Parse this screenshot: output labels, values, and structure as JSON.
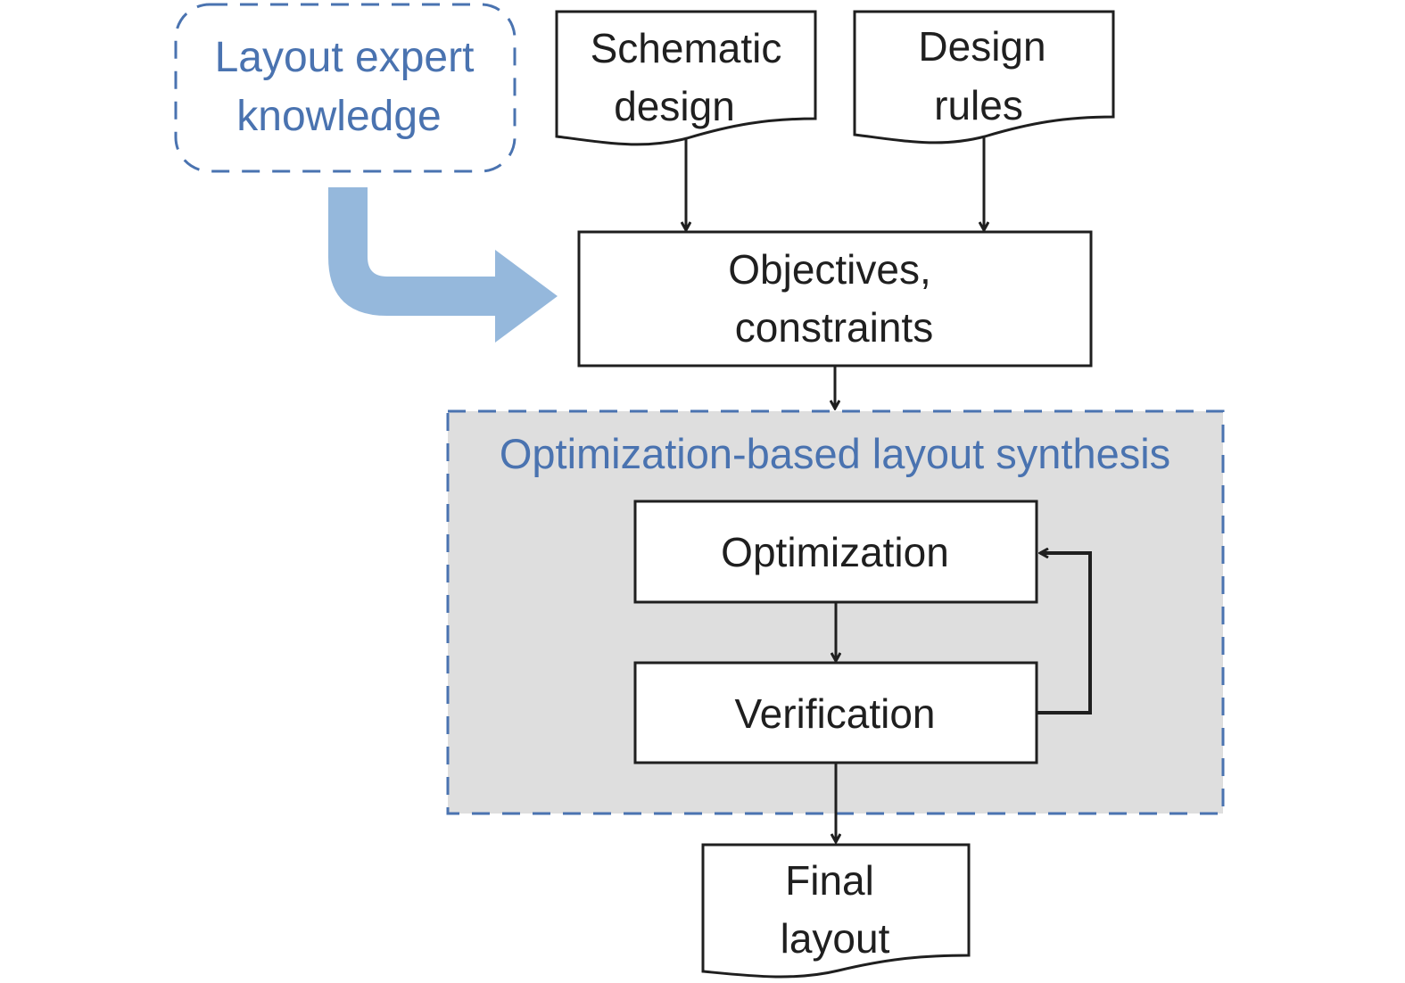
{
  "diagram": {
    "colors": {
      "blue_text": "#4a73b0",
      "dashed_border": "#4a73b0",
      "big_arrow": "#95b8dc",
      "group_fill": "#dedede",
      "line": "#1f1f1f"
    },
    "expert_knowledge": {
      "line1": "Layout expert",
      "line2": "knowledge"
    },
    "schematic_design": {
      "line1": "Schematic",
      "line2": "design"
    },
    "design_rules": {
      "line1": "Design",
      "line2": "rules"
    },
    "objectives": {
      "line1": "Objectives,",
      "line2": "constraints"
    },
    "synthesis_group": {
      "title": "Optimization-based layout synthesis"
    },
    "optimization": {
      "label": "Optimization"
    },
    "verification": {
      "label": "Verification"
    },
    "final_layout": {
      "line1": "Final",
      "line2": "layout"
    }
  }
}
